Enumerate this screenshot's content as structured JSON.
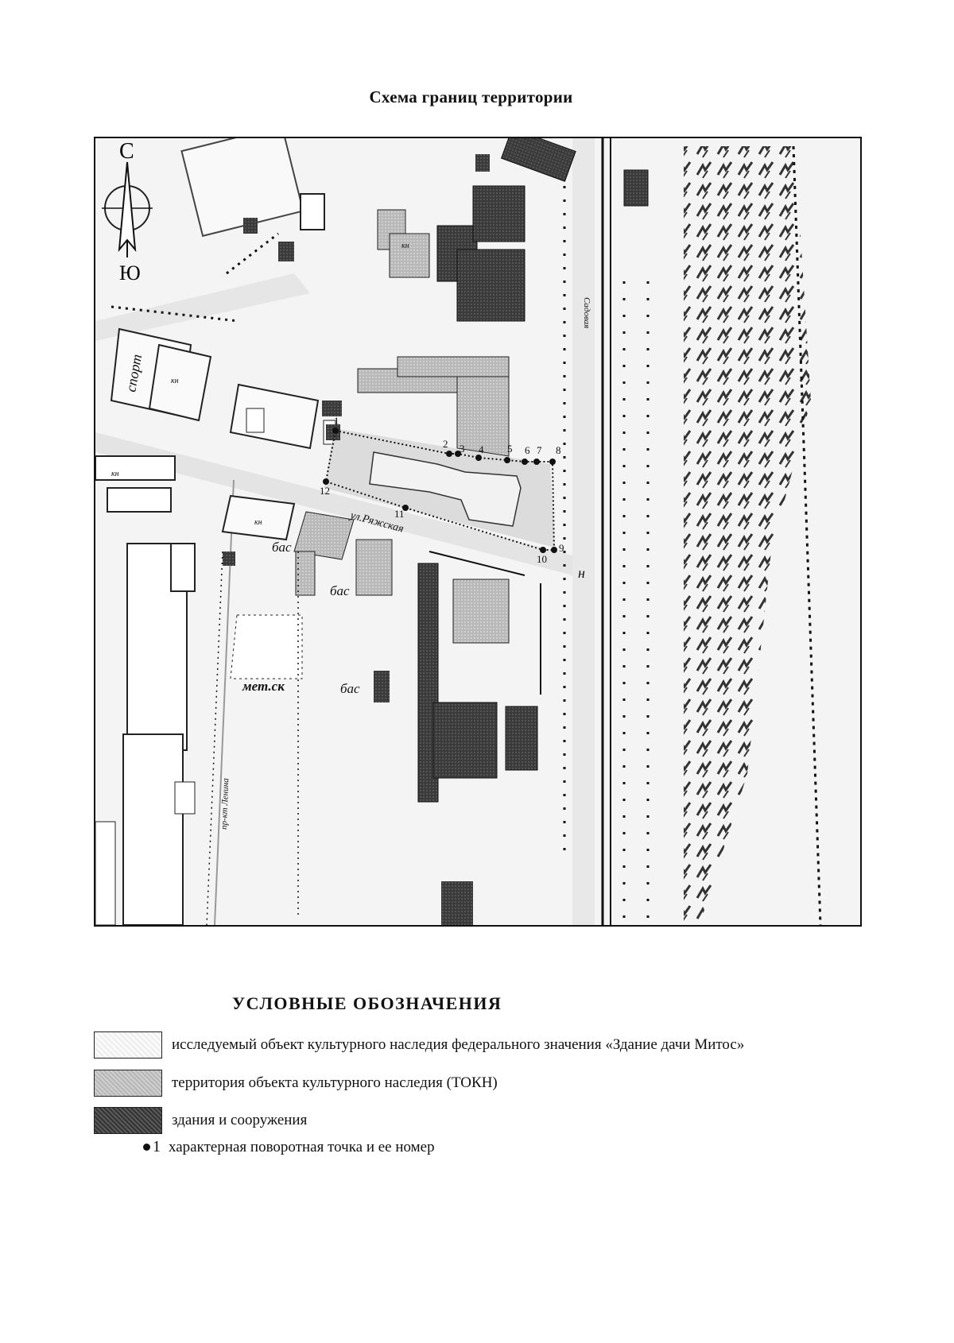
{
  "title": "Схема границ территории",
  "compass": {
    "north": "С",
    "south": "Ю"
  },
  "map_labels": {
    "kn1": "кн",
    "kn2": "кн",
    "kn3": "кн",
    "kn4": "кн",
    "sport": "спорт",
    "bas1": "бас",
    "bas2": "бас",
    "bas3": "бас",
    "metsk": "мет.ск",
    "street_bottom": "ул.Ряжская",
    "street_vertical": "пр-кт Ленина",
    "road_right": "Садовая",
    "n": "н"
  },
  "points": [
    "1",
    "2",
    "3",
    "4",
    "5",
    "6",
    "7",
    "8",
    "9",
    "10",
    "11",
    "12"
  ],
  "legend": {
    "heading": "УСЛОВНЫЕ ОБОЗНАЧЕНИЯ",
    "items": [
      {
        "label": "исследуемый объект культурного наследия федерального значения «Здание дачи Митос»",
        "icon": "object-swatch"
      },
      {
        "label": "территория объекта культурного наследия (ТОКН)",
        "icon": "tokn-swatch"
      },
      {
        "label": "здания и сооружения",
        "icon": "building-swatch"
      }
    ],
    "point_marker": {
      "number": "1",
      "label": "характерная поворотная точка и ее номер"
    }
  },
  "colors": {
    "building": "#3d3d3d",
    "tokn": "#c4c4c4",
    "object": "#efefef",
    "boundary": "#111111"
  }
}
